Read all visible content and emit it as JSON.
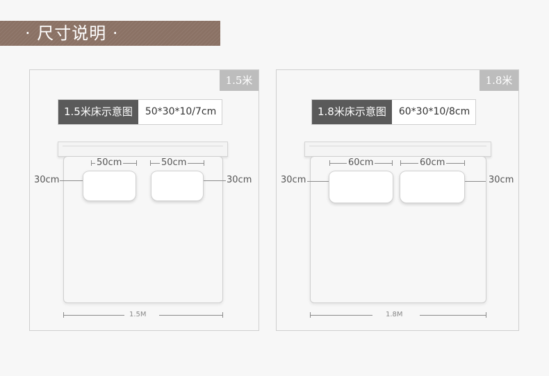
{
  "header": {
    "title": "· 尺寸说明 ·"
  },
  "panels": [
    {
      "size_tag": "1.5米",
      "title": "1.5米床示意图",
      "spec": "50*30*10/7cm",
      "pillow_width_label": "50cm",
      "side_label": "30cm",
      "bed_width_label": "1.5M"
    },
    {
      "size_tag": "1.8米",
      "title": "1.8米床示意图",
      "spec": "60*30*10/8cm",
      "pillow_width_label": "60cm",
      "side_label": "30cm",
      "bed_width_label": "1.8M"
    }
  ]
}
